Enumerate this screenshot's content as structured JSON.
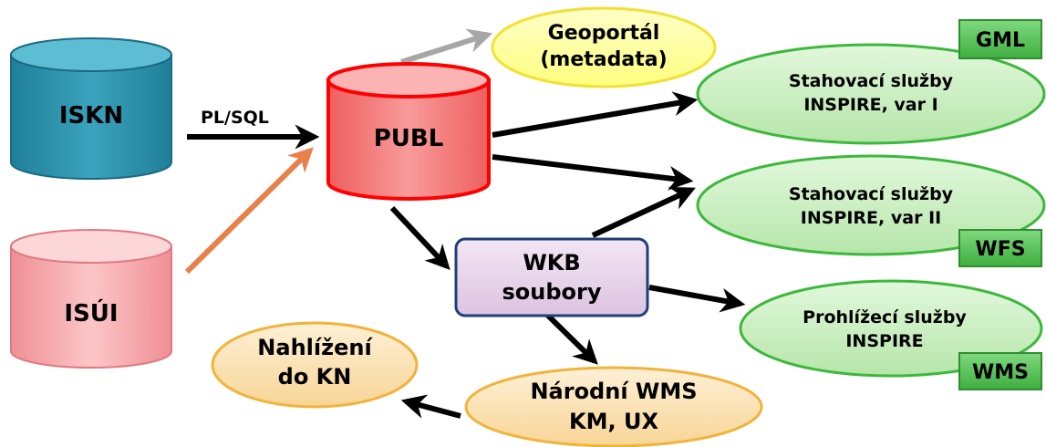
{
  "nodes": {
    "iskn": {
      "label": "ISKN",
      "color": "#2b8fa8"
    },
    "isui": {
      "label": "ISÚI",
      "color": "#f3a4a8"
    },
    "publ": {
      "label": "PUBL",
      "color": "#f26b6b",
      "border": "#ff0000"
    },
    "geoportal": {
      "line1": "Geoportál",
      "line2": "(metadata)"
    },
    "stah1": {
      "line1": "Stahovací služby",
      "line2": "INSPIRE, var I"
    },
    "stah2": {
      "line1": "Stahovací služby",
      "line2": "INSPIRE, var II"
    },
    "prohl": {
      "line1": "Prohlížecí služby",
      "line2": "INSPIRE"
    },
    "wkb": {
      "line1": "WKB",
      "line2": "soubory"
    },
    "nahlizeni": {
      "line1": "Nahlížení",
      "line2": "do KN"
    },
    "narodni": {
      "line1": "Národní WMS",
      "line2": "KM, UX"
    }
  },
  "tags": {
    "gml": "GML",
    "wfs": "WFS",
    "wms": "WMS"
  },
  "edges": {
    "plsql_label": "PL/SQL"
  },
  "colors": {
    "green_fill": "#c9efc0",
    "green_border": "#3cb83c",
    "tag_fill": "#4bc24b",
    "orange_fill": "#fbe3b9",
    "orange_border": "#f0b43c",
    "yellow_fill": "#ffff9e",
    "yellow_border": "#f2e033",
    "wkb_fill": "#ead7ec",
    "wkb_border": "#1f3f7a",
    "arrow_orange": "#e8804a",
    "arrow_gray": "#a6a6a6"
  }
}
